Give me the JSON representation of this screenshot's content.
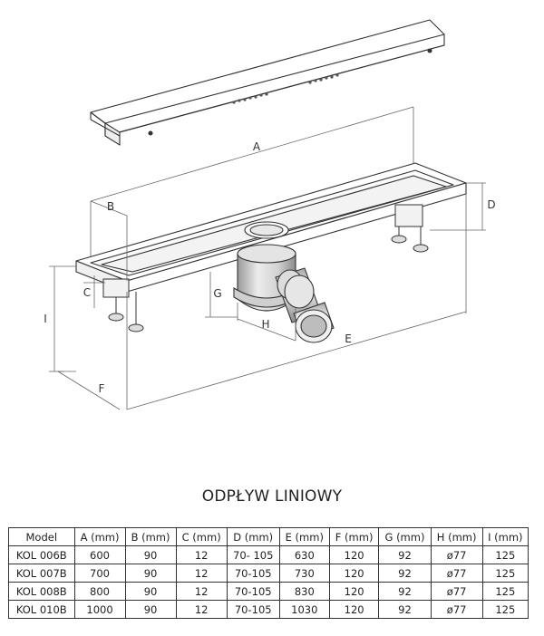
{
  "drawing": {
    "labels": {
      "A": "A",
      "B": "B",
      "C": "C",
      "D": "D",
      "E": "E",
      "F": "F",
      "G": "G",
      "H": "H",
      "I": "I"
    }
  },
  "title": "ODPŁYW LINIOWY",
  "table": {
    "headers": [
      "Model",
      "A (mm)",
      "B (mm)",
      "C (mm)",
      "D (mm)",
      "E (mm)",
      "F (mm)",
      "G (mm)",
      "H (mm)",
      "I (mm)"
    ],
    "rows": [
      [
        "KOL 006B",
        "600",
        "90",
        "12",
        "70- 105",
        "630",
        "120",
        "92",
        "ø77",
        "125"
      ],
      [
        "KOL 007B",
        "700",
        "90",
        "12",
        "70-105",
        "730",
        "120",
        "92",
        "ø77",
        "125"
      ],
      [
        "KOL 008B",
        "800",
        "90",
        "12",
        "70-105",
        "830",
        "120",
        "92",
        "ø77",
        "125"
      ],
      [
        "KOL 010B",
        "1000",
        "90",
        "12",
        "70-105",
        "1030",
        "120",
        "92",
        "ø77",
        "125"
      ]
    ]
  }
}
